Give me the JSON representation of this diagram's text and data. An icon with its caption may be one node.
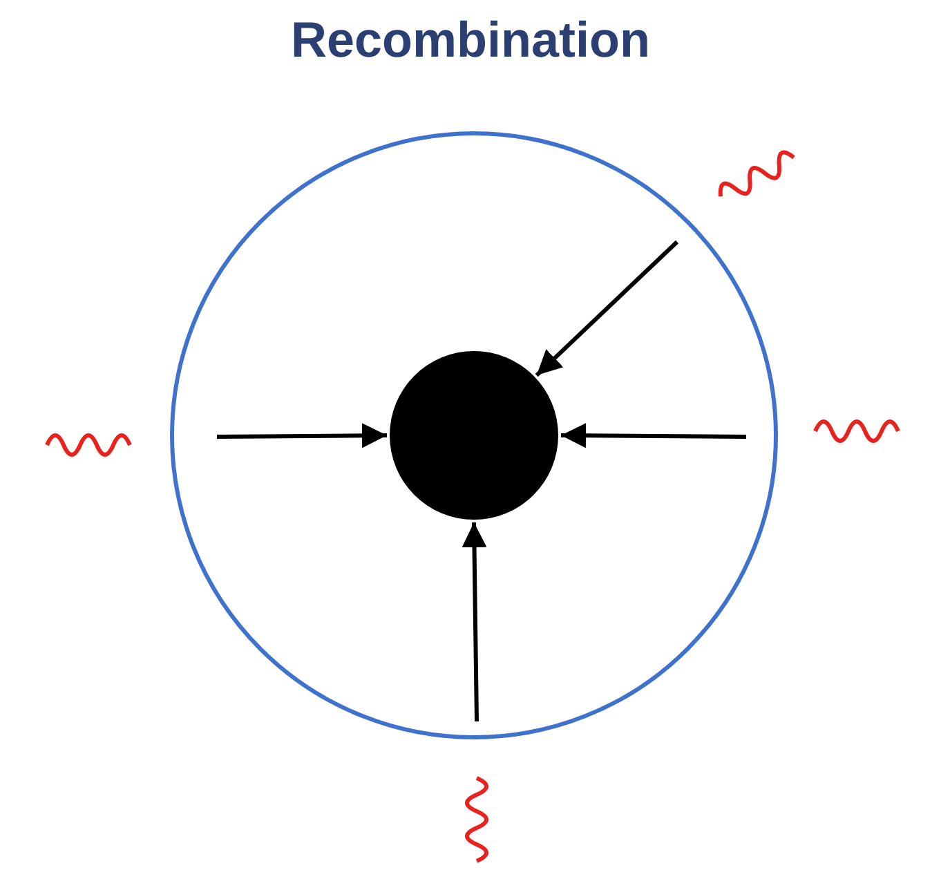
{
  "diagram": {
    "title": "Recombination",
    "nodes": [
      {
        "text": [],
        "shape": "circle"
      },
      {
        "text": [],
        "shape": "circle",
        "in": 0
      },
      {
        "text": [],
        "shape": "wave"
      },
      {
        "text": [],
        "shape": "wave"
      },
      {
        "text": [],
        "shape": "wave"
      },
      {
        "text": [],
        "shape": "wave"
      }
    ],
    "edges": [
      {
        "from": null,
        "to": 1,
        "arrow": "to"
      },
      {
        "from": null,
        "to": 1,
        "arrow": "to"
      },
      {
        "from": null,
        "to": 1,
        "arrow": "to"
      },
      {
        "from": null,
        "to": 1,
        "arrow": "to"
      }
    ]
  }
}
